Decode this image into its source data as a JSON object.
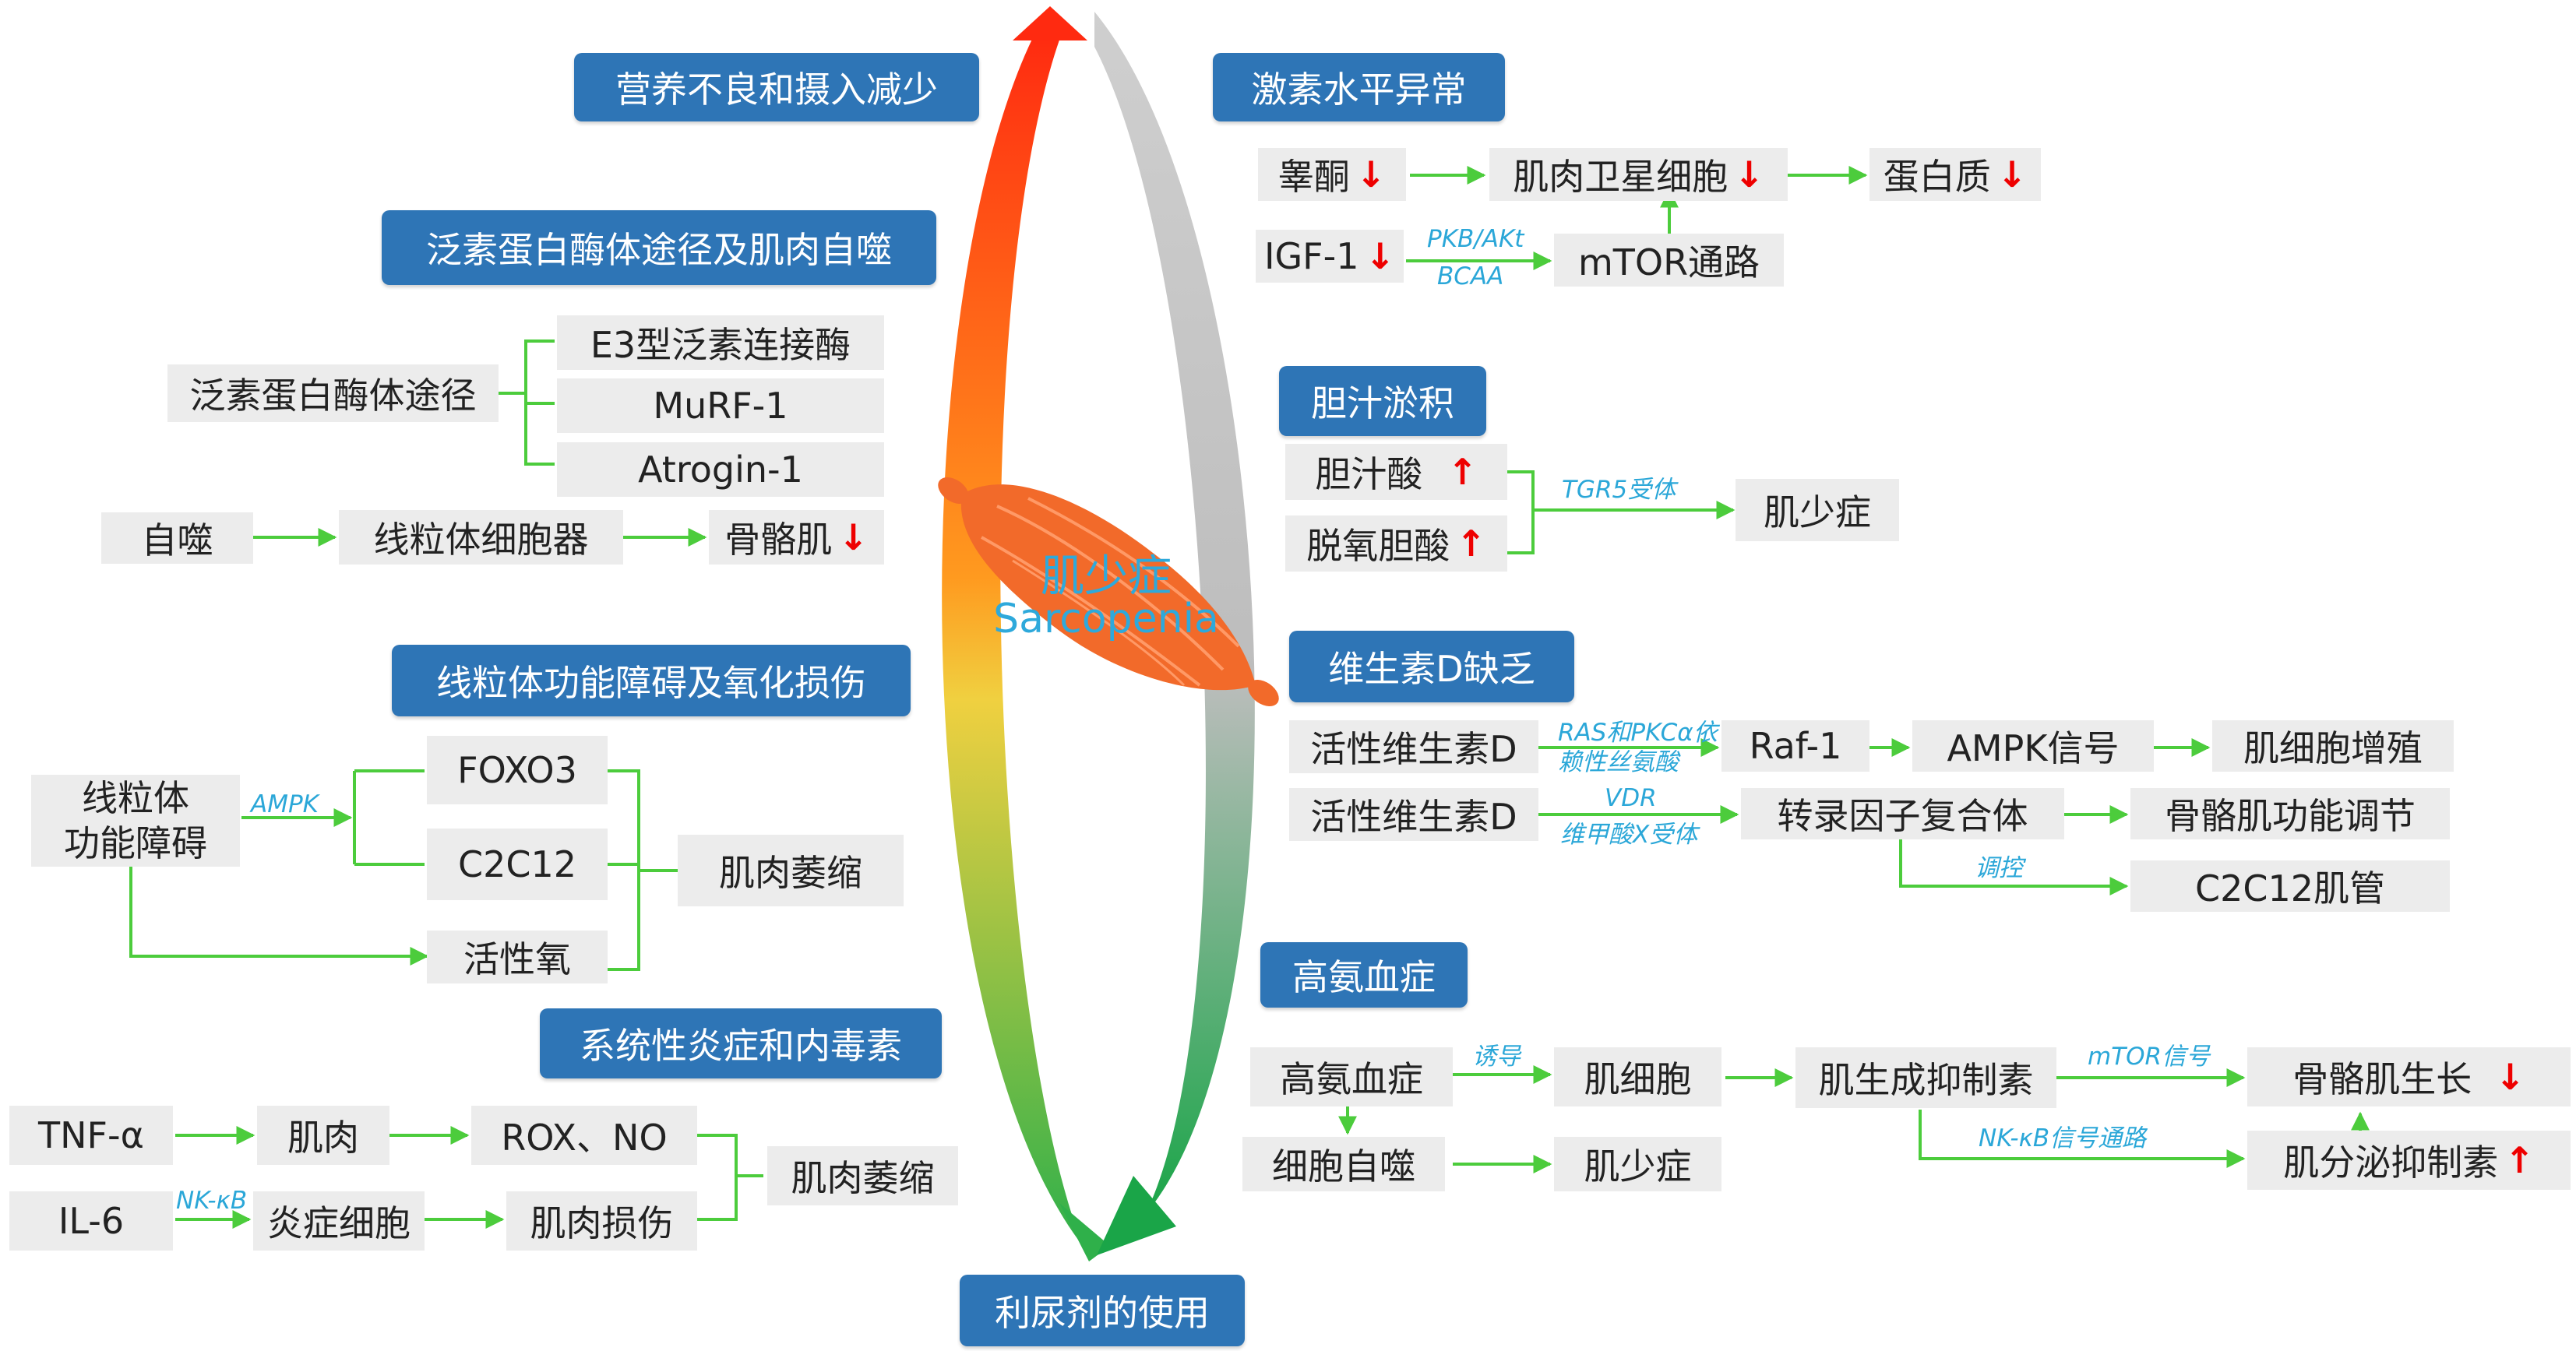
{
  "center": {
    "title_cn": "肌少症",
    "title_en": "Sarcopenia"
  },
  "colors": {
    "header_blue": "#2e75b6",
    "node_gray": "#ececec",
    "arrow_green": "#4ccc3c",
    "label_blue": "#2ba7d8",
    "indicator_red": "#ee0000",
    "muscle_orange": "#f26a2a",
    "top_red": "#ff2a10",
    "bottom_green": "#27a844",
    "right_gray": "#c0c0c0"
  },
  "headers": {
    "malnutrition": "营养不良和摄入减少",
    "hormone": "激素水平异常",
    "ubiquitin": "泛素蛋白酶体途径及肌肉自噬",
    "bile": "胆汁淤积",
    "mito": "线粒体功能障碍及氧化损伤",
    "vitd": "维生素D缺乏",
    "inflam": "系统性炎症和内毒素",
    "hyperammonemia": "高氨血症",
    "diuretic": "利尿剂的使用"
  },
  "indicators": {
    "down": "↓",
    "up": "↑"
  },
  "nodes": {
    "testosterone": "睾酮",
    "satellite": "肌肉卫星细胞",
    "protein": "蛋白质",
    "igf1": "IGF-1",
    "mtor": "mTOR通路",
    "ups": "泛素蛋白酶体途径",
    "e3": "E3型泛素连接酶",
    "murf": "MuRF-1",
    "atrogin": "Atrogin-1",
    "autophagy": "自噬",
    "organelle": "线粒体细胞器",
    "skeletal": "骨骼肌",
    "bile_acid": "胆汁酸",
    "dca": "脱氧胆酸",
    "sarc_bile": "肌少症",
    "mito_line1": "线粒体",
    "mito_line2": "功能障碍",
    "foxo3": "FOXO3",
    "c2c12": "C2C12",
    "ros_cn": "活性氧",
    "atrophy1": "肌肉萎缩",
    "vitd1": "活性维生素D",
    "raf1": "Raf-1",
    "ampk_sig": "AMPK信号",
    "prolif": "肌细胞增殖",
    "vitd2": "活性维生素D",
    "tf": "转录因子复合体",
    "skm_func": "骨骼肌功能调节",
    "c2c12_tube": "C2C12肌管",
    "tnf": "TNF-α",
    "muscle": "肌肉",
    "rox": "ROX、NO",
    "il6": "IL-6",
    "inflam_cell": "炎症细胞",
    "injury": "肌肉损伤",
    "atrophy2": "肌肉萎缩",
    "hyper": "高氨血症",
    "myocyte": "肌细胞",
    "myostatin": "肌生成抑制素",
    "growth": "骨骼肌生长",
    "cell_auto": "细胞自噬",
    "sarc2": "肌少症",
    "secretion": "肌分泌抑制素"
  },
  "edge_labels": {
    "pkb": "PKB/AKt",
    "bcaa": "BCAA",
    "tgr5": "TGR5受体",
    "ampk": "AMPK",
    "ras1": "RAS和PKCα依",
    "ras2": "赖性丝氨酸",
    "vdr1": "VDR",
    "vdr2": "维甲酸X受体",
    "regulate": "调控",
    "induce": "诱导",
    "mtor_sig": "mTOR信号",
    "nfkb_path": "NK-κB信号通路",
    "nfkb": "NK-κB"
  }
}
